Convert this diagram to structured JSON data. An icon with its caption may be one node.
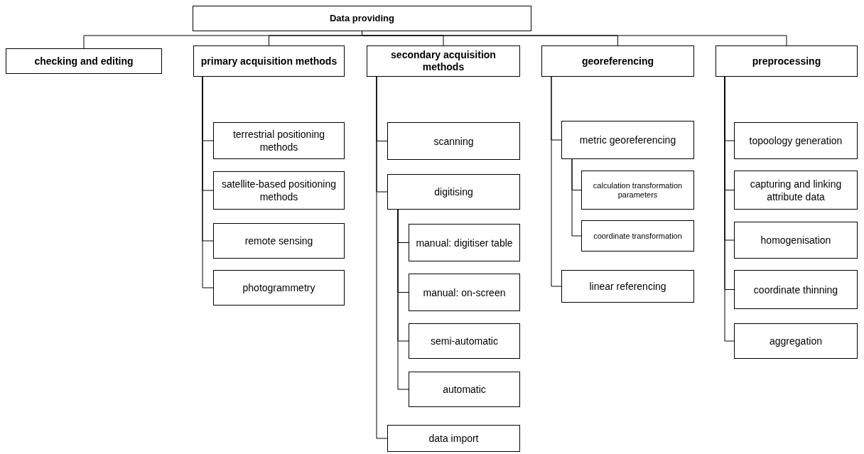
{
  "diagram": {
    "nodes": [
      {
        "text": [
          "Data providing"
        ]
      },
      {
        "text": [
          "checking and editing"
        ]
      },
      {
        "text": [
          "primary acquisition methods"
        ]
      },
      {
        "text": [
          "terrestrial positioning methods"
        ]
      },
      {
        "text": [
          "satellite-based positioning methods"
        ]
      },
      {
        "text": [
          "remote sensing"
        ]
      },
      {
        "text": [
          "photogrammetry"
        ]
      },
      {
        "text": [
          "secondary acquisition methods"
        ]
      },
      {
        "text": [
          "scanning"
        ]
      },
      {
        "text": [
          "digitising"
        ]
      },
      {
        "text": [
          "manual: digitiser table"
        ]
      },
      {
        "text": [
          "manual: on-screen"
        ]
      },
      {
        "text": [
          "semi-automatic"
        ]
      },
      {
        "text": [
          "automatic"
        ]
      },
      {
        "text": [
          "data import"
        ]
      },
      {
        "text": [
          "georeferencing"
        ]
      },
      {
        "text": [
          "metric georeferencing"
        ]
      },
      {
        "text": [
          "calculation transformation parameters"
        ]
      },
      {
        "text": [
          "coordinate transformation"
        ]
      },
      {
        "text": [
          "linear referencing"
        ]
      },
      {
        "text": [
          "preprocessing"
        ]
      },
      {
        "text": [
          "topoology generation"
        ]
      },
      {
        "text": [
          "capturing and linking attribute data"
        ]
      },
      {
        "text": [
          "homogenisation"
        ]
      },
      {
        "text": [
          "coordinate thinning"
        ]
      },
      {
        "text": [
          "aggregation"
        ]
      }
    ],
    "edges": [
      {
        "from": 0,
        "to": 1,
        "arrow": "none"
      },
      {
        "from": 0,
        "to": 2,
        "arrow": "none"
      },
      {
        "from": 0,
        "to": 7,
        "arrow": "none"
      },
      {
        "from": 0,
        "to": 15,
        "arrow": "none"
      },
      {
        "from": 0,
        "to": 20,
        "arrow": "none"
      },
      {
        "from": 2,
        "to": 3,
        "arrow": "none"
      },
      {
        "from": 2,
        "to": 4,
        "arrow": "none"
      },
      {
        "from": 2,
        "to": 5,
        "arrow": "none"
      },
      {
        "from": 2,
        "to": 6,
        "arrow": "none"
      },
      {
        "from": 7,
        "to": 8,
        "arrow": "none"
      },
      {
        "from": 7,
        "to": 9,
        "arrow": "none"
      },
      {
        "from": 7,
        "to": 14,
        "arrow": "none"
      },
      {
        "from": 9,
        "to": 10,
        "arrow": "none"
      },
      {
        "from": 9,
        "to": 11,
        "arrow": "none"
      },
      {
        "from": 9,
        "to": 12,
        "arrow": "none"
      },
      {
        "from": 9,
        "to": 13,
        "arrow": "none"
      },
      {
        "from": 15,
        "to": 16,
        "arrow": "none"
      },
      {
        "from": 15,
        "to": 19,
        "arrow": "none"
      },
      {
        "from": 16,
        "to": 17,
        "arrow": "none"
      },
      {
        "from": 16,
        "to": 18,
        "arrow": "none"
      },
      {
        "from": 20,
        "to": 21,
        "arrow": "none"
      },
      {
        "from": 20,
        "to": 22,
        "arrow": "none"
      },
      {
        "from": 20,
        "to": 23,
        "arrow": "none"
      },
      {
        "from": 20,
        "to": 24,
        "arrow": "none"
      },
      {
        "from": 20,
        "to": 25,
        "arrow": "none"
      }
    ]
  }
}
